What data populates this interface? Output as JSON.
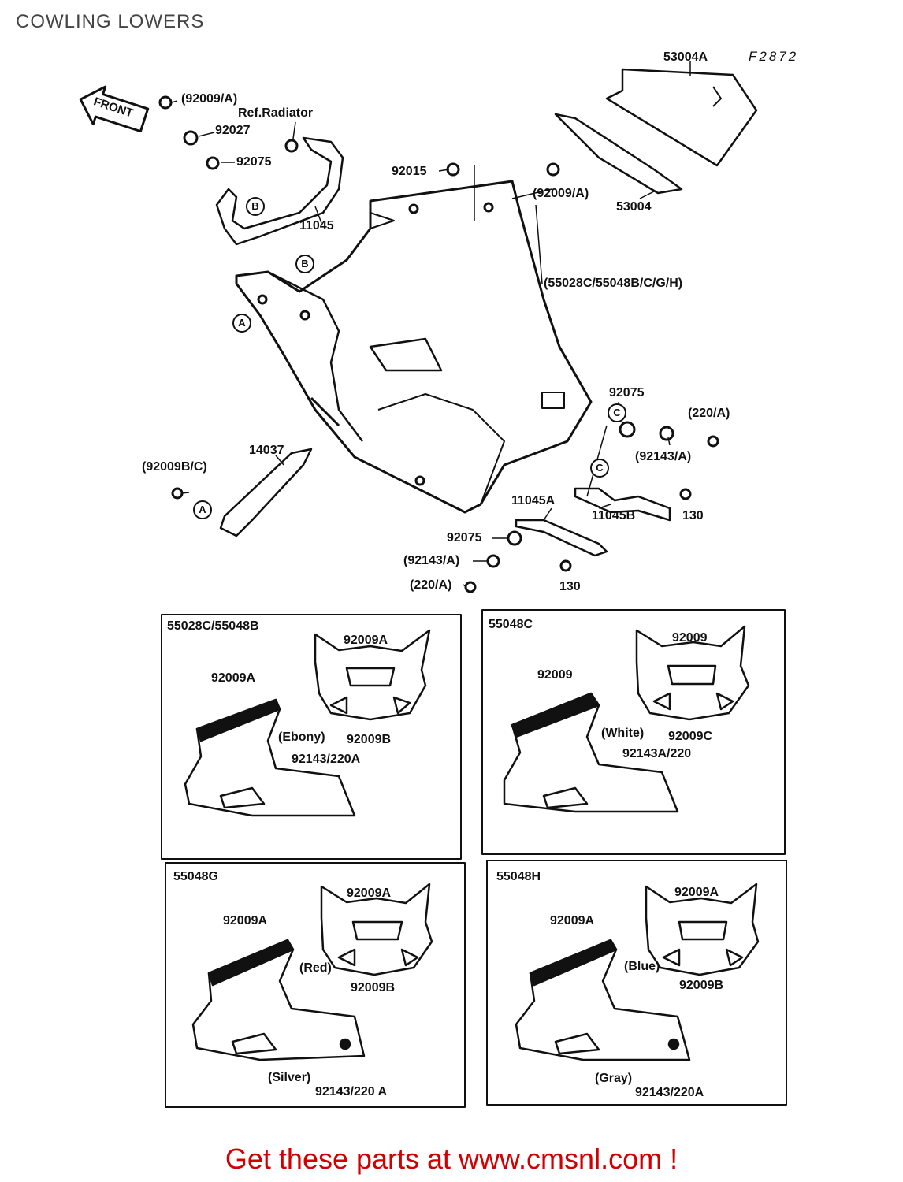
{
  "title": "COWLING LOWERS",
  "ref_code": "F2872",
  "front_label": "FRONT",
  "labels": {
    "l53004A": "53004A",
    "l53004": "53004",
    "l92009A_top": "(92009/A)",
    "l92027": "92027",
    "lRefRadiator": "Ref.Radiator",
    "l92075_top": "92075",
    "l11045": "11045",
    "l92015": "92015",
    "l92009A_mid": "(92009/A)",
    "l55028C": "(55028C/55048B/C/G/H)",
    "l92075_right": "92075",
    "l220A_right": "(220/A)",
    "l92143A_right": "(92143/A)",
    "l14037": "14037",
    "l92009BC": "(92009B/C)",
    "l11045A": "11045A",
    "l11045B": "11045B",
    "l130_right": "130",
    "l92075_low": "92075",
    "l92143A_low": "(92143/A)",
    "l220A_low": "(220/A)",
    "l130_low": "130"
  },
  "circles": {
    "A": "A",
    "B": "B",
    "C": "C"
  },
  "boxes": [
    {
      "title": "55028C/55048B",
      "top_label": "92009A",
      "side_label": "92009A",
      "color": "(Ebony)",
      "lower_label": "92009B",
      "bottom_label": "92143/220A"
    },
    {
      "title": "55048C",
      "top_label": "92009",
      "side_label": "92009",
      "color": "(White)",
      "lower_label": "92009C",
      "bottom_label": "92143A/220"
    },
    {
      "title": "55048G",
      "top_label": "92009A",
      "side_label": "92009A",
      "color": "(Red)",
      "lower_label": "92009B",
      "color2": "(Silver)",
      "bottom_label": "92143/220 A"
    },
    {
      "title": "55048H",
      "top_label": "92009A",
      "side_label": "92009A",
      "color": "(Blue)",
      "lower_label": "92009B",
      "color2": "(Gray)",
      "bottom_label": "92143/220A"
    }
  ],
  "footer": "Get these parts at www.cmsnl.com !"
}
